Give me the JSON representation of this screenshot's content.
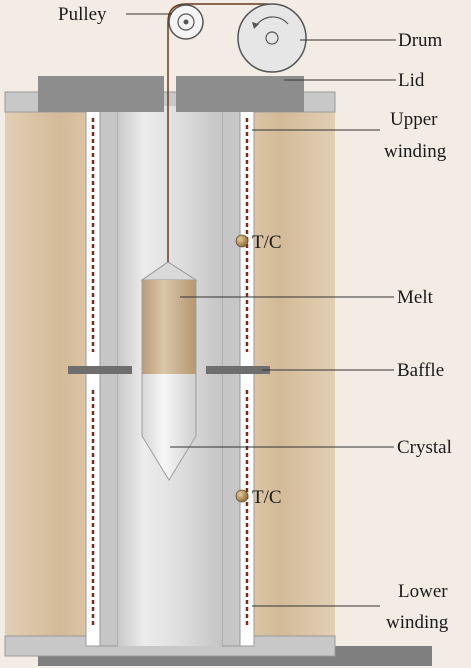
{
  "labels": {
    "pulley": "Pulley",
    "drum": "Drum",
    "lid": "Lid",
    "upper_winding_1": "Upper",
    "upper_winding_2": "winding",
    "tc_upper": "T/C",
    "melt": "Melt",
    "baffle": "Baffle",
    "crystal": "Crystal",
    "tc_lower": "T/C",
    "lower_winding_1": "Lower",
    "lower_winding_2": "winding"
  },
  "colors": {
    "background": "#f3ece4",
    "insulation": "#d9c3a5",
    "wall": "#cfcfcf",
    "lid": "#8d8d8d",
    "tube": "#dcdcdc",
    "melt": "#cbb291",
    "crystal": "#e8e8e8",
    "winding": "#7a2a20",
    "thermocouple": "#b8925a",
    "wire": "#6b3a22"
  }
}
